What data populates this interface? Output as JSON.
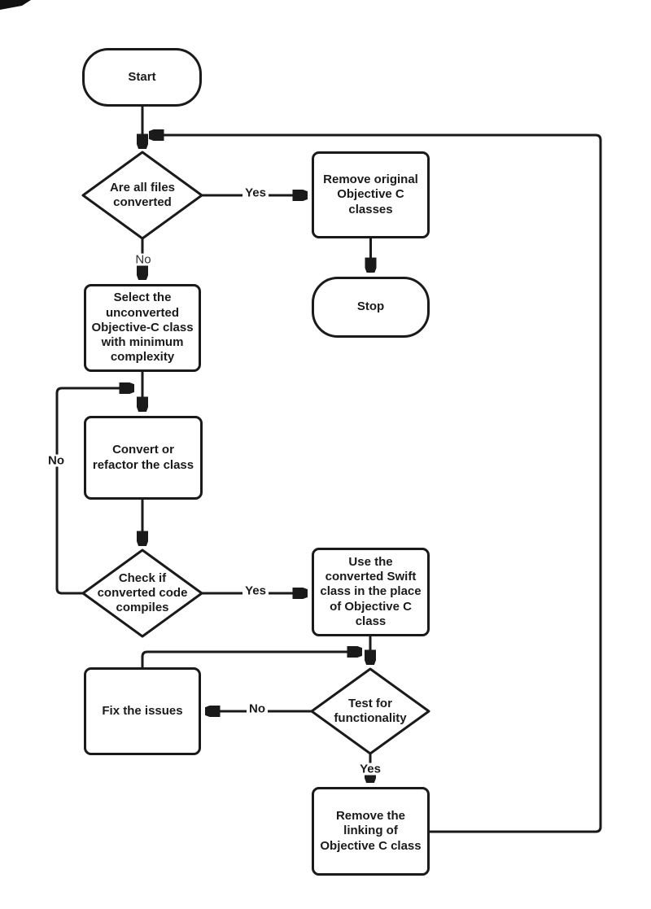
{
  "diagram": {
    "type": "flowchart",
    "background_color": "#ffffff",
    "stroke_color": "#1a1a1a",
    "text_color": "#1a1a1a",
    "nodes": {
      "start": {
        "shape": "terminator",
        "label": "Start"
      },
      "are_files_converted": {
        "shape": "decision",
        "label": "Are all files\nconverted"
      },
      "remove_original": {
        "shape": "process",
        "label": "Remove original\nObjective C\nclasses"
      },
      "stop": {
        "shape": "terminator",
        "label": "Stop"
      },
      "select_class": {
        "shape": "process",
        "label": "Select the\nunconverted\nObjective-C class\nwith minimum\ncomplexity"
      },
      "convert_refactor": {
        "shape": "process",
        "label": "Convert or\nrefactor the class"
      },
      "check_compiles": {
        "shape": "decision",
        "label": "Check if\nconverted code\ncompiles"
      },
      "use_swift": {
        "shape": "process",
        "label": "Use the\nconverted Swift\nclass in the place\nof Objective C\nclass"
      },
      "test_functionality": {
        "shape": "decision",
        "label": "Test for\nfunctionality"
      },
      "fix_issues": {
        "shape": "process",
        "label": "Fix the issues"
      },
      "remove_linking": {
        "shape": "process",
        "label": "Remove the\nlinking of\nObjective C class"
      }
    },
    "edge_labels": {
      "files_converted_yes": "Yes",
      "files_converted_no": "No",
      "compiles_no": "No",
      "compiles_yes": "Yes",
      "test_no": "No",
      "test_yes": "Yes"
    }
  }
}
